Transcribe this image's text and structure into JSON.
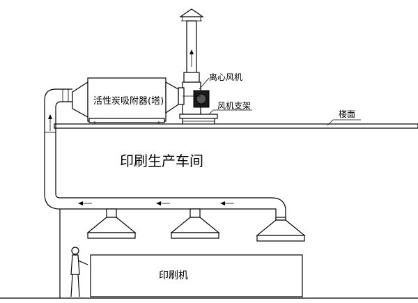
{
  "labels": {
    "adsorber": "活性炭吸附器(塔)",
    "fan": "离心风机",
    "fan_support": "风机支架",
    "floor": "楼面",
    "workshop": "印刷生产车间",
    "press": "印刷机"
  },
  "icons": {
    "stack_arrow": "up-arrow-icon",
    "flow_arrow": "left-arrow-icon",
    "worker": "person-icon"
  }
}
